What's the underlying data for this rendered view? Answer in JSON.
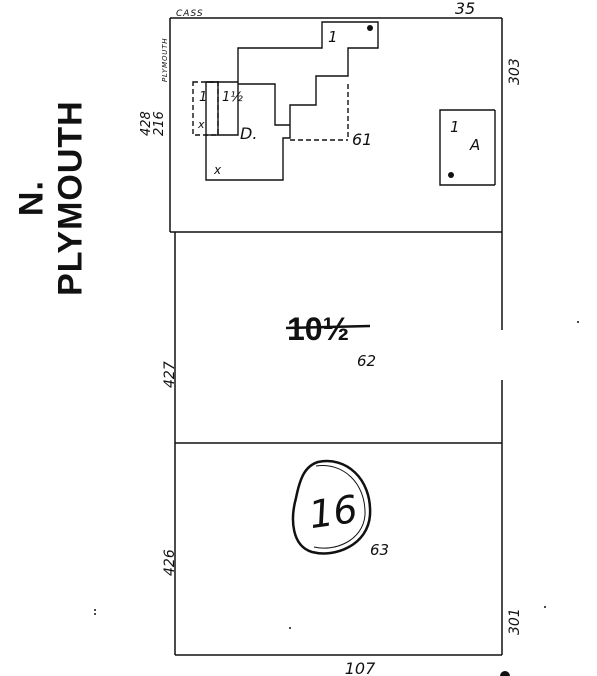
{
  "street": {
    "direction": "N.",
    "name": "PLYMOUTH"
  },
  "labels": {
    "cass": "CASS",
    "plymouth_small": "PLYMOUTH",
    "lot_top": "35",
    "lot_bottom": "107",
    "addr_428": "428",
    "addr_216": "216",
    "addr_427": "427",
    "addr_426": "426",
    "addr_303": "303",
    "addr_301": "301"
  },
  "lots": [
    {
      "number": "61"
    },
    {
      "number": "62",
      "stamp": "10½"
    },
    {
      "number": "63",
      "stamp": "16"
    }
  ],
  "buildings": {
    "main": {
      "stories_a": "1",
      "stories_b": "1½",
      "stories_c": "1",
      "type": "D.",
      "mark1": "x",
      "mark2": "x"
    },
    "rear": {
      "stories": "1",
      "type": "A"
    }
  }
}
